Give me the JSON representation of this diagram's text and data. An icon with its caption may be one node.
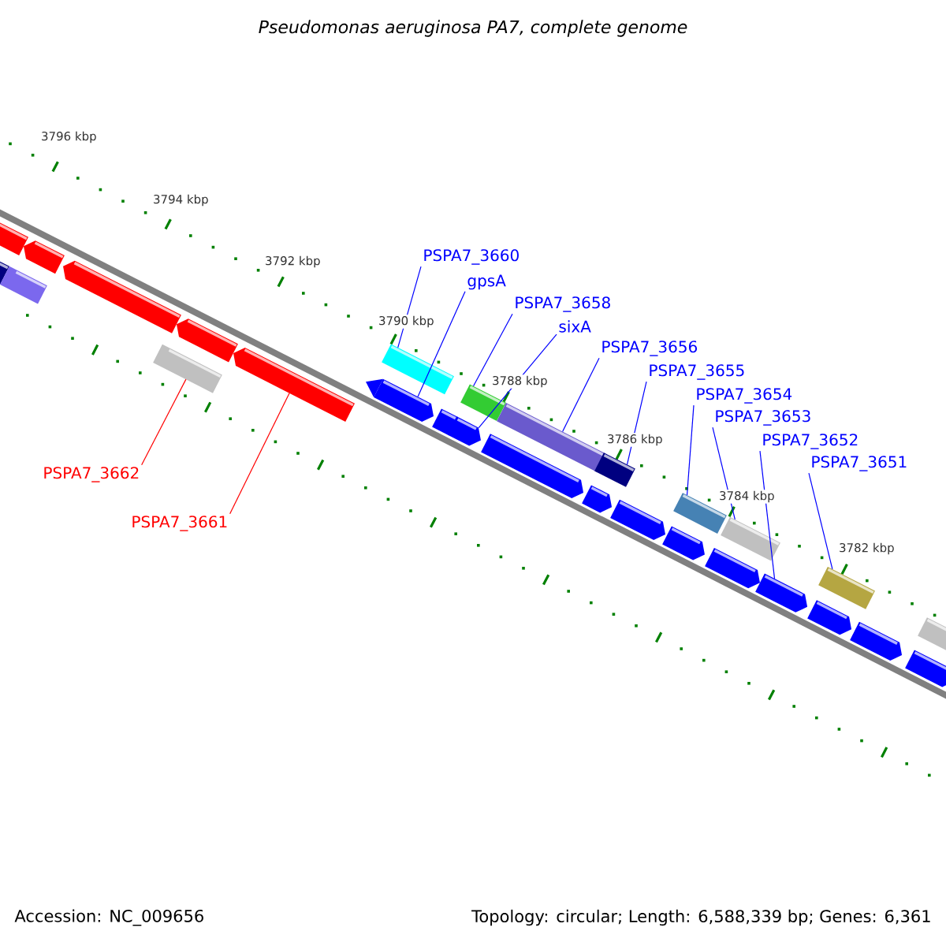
{
  "diagram": {
    "title": "Pseudomonas aeruginosa PA7, complete genome",
    "nodes": [
      {
        "text": [
          "PSPA7_3662"
        ]
      },
      {
        "text": [
          "PSPA7_3661"
        ]
      },
      {
        "text": [
          "PSPA7_3660"
        ]
      },
      {
        "text": [
          "gpsA"
        ]
      },
      {
        "text": [
          "PSPA7_3658"
        ]
      },
      {
        "text": [
          "sixA"
        ]
      },
      {
        "text": [
          "PSPA7_3656"
        ]
      },
      {
        "text": [
          "PSPA7_3655"
        ]
      },
      {
        "text": [
          "PSPA7_3654"
        ]
      },
      {
        "text": [
          "PSPA7_3653"
        ]
      },
      {
        "text": [
          "PSPA7_3652"
        ]
      },
      {
        "text": [
          "PSPA7_3651"
        ]
      },
      {
        "text": [],
        "shape": "pentagon"
      },
      {
        "text": [],
        "shape": "bar"
      },
      {
        "text": [],
        "shape": "bar"
      },
      {
        "text": [],
        "shape": "pentagon"
      },
      {
        "text": [],
        "shape": "pentagon"
      },
      {
        "text": [],
        "shape": "bar"
      },
      {
        "text": [],
        "shape": "pentagon"
      },
      {
        "text": [],
        "shape": "pentagon"
      },
      {
        "text": [],
        "shape": "triangle"
      },
      {
        "text": [],
        "shape": "pentagon"
      },
      {
        "text": [],
        "shape": "bar"
      },
      {
        "text": [],
        "shape": "pentagon"
      },
      {
        "text": [],
        "shape": "pentagon"
      },
      {
        "text": [],
        "shape": "bar"
      },
      {
        "text": [],
        "shape": "pentagon"
      },
      {
        "text": [],
        "shape": "bar"
      },
      {
        "text": [],
        "shape": "pentagon"
      },
      {
        "text": [],
        "shape": "bar"
      },
      {
        "text": [],
        "shape": "pentagon"
      },
      {
        "text": [],
        "shape": "pentagon"
      },
      {
        "text": [],
        "shape": "bar"
      },
      {
        "text": [],
        "shape": "pentagon"
      },
      {
        "text": [],
        "shape": "bar"
      },
      {
        "text": [],
        "shape": "pentagon"
      },
      {
        "text": [],
        "shape": "pentagon"
      },
      {
        "text": [],
        "shape": "bar"
      },
      {
        "text": [],
        "shape": "pentagon"
      },
      {
        "text": [],
        "shape": "pentagon"
      },
      {
        "text": [],
        "shape": "bar"
      }
    ],
    "edges": [
      {
        "from": 0,
        "to": 17,
        "arrow": "none",
        "color": "#ff0000"
      },
      {
        "from": 1,
        "to": 19,
        "arrow": "none",
        "color": "#ff0000"
      },
      {
        "from": 2,
        "to": 22,
        "arrow": "none"
      },
      {
        "from": 3,
        "to": 21,
        "arrow": "none"
      },
      {
        "from": 4,
        "to": 25,
        "arrow": "none"
      },
      {
        "from": 5,
        "to": 24,
        "arrow": "none"
      },
      {
        "from": 6,
        "to": 27,
        "arrow": "none"
      },
      {
        "from": 7,
        "to": 29,
        "arrow": "none"
      },
      {
        "from": 8,
        "to": 32,
        "arrow": "none"
      },
      {
        "from": 9,
        "to": 34,
        "arrow": "none"
      },
      {
        "from": 10,
        "to": 35,
        "arrow": "none"
      },
      {
        "from": 11,
        "to": 37,
        "arrow": "none"
      }
    ],
    "labels": [
      "3796 kbp",
      "3794 kbp",
      "3792 kbp",
      "3790 kbp",
      "3788 kbp",
      "3786 kbp",
      "3784 kbp",
      "3782 kbp",
      "Accession: NC_009656",
      "Topology: circular; Length: 6,588,339 bp; Genes: 6,361"
    ]
  }
}
